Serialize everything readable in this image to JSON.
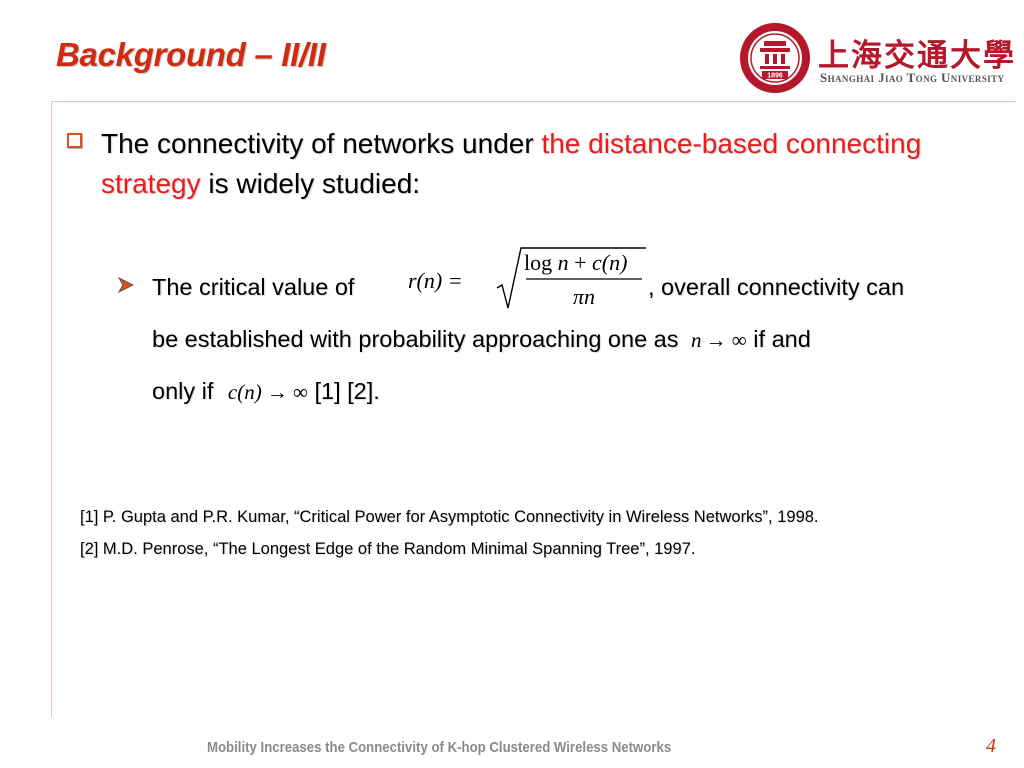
{
  "slide": {
    "title": "Background – II/II",
    "logo": {
      "chinese": "上海交通大學",
      "english": "Shanghai Jiao Tong University",
      "seal_year": "1896"
    },
    "bullet": {
      "part1": "The connectivity of networks under ",
      "highlight": "the distance-based connecting strategy",
      "part2": " is widely studied:"
    },
    "sub_bullet": {
      "lead": "The critical value of ",
      "formula_lhs": "r(n) =",
      "formula_num_log": "log",
      "formula_num_n": "n",
      "formula_num_plus": "+",
      "formula_num_cn": "c(n)",
      "formula_den": "πn",
      "after_formula": ", overall connectivity can",
      "line2": "be established with probability approaching one as ",
      "line2_math_n": "n",
      "line2_math_arrow": "→ ∞",
      "line2_end": " if and",
      "line3_start": "only if ",
      "line3_math_cn": "c(n)",
      "line3_math_arrow": "→ ∞",
      "line3_end": " [1] [2]."
    },
    "references": [
      "[1] P. Gupta and P.R. Kumar, “Critical Power for Asymptotic Connectivity in Wireless Networks”, 1998.",
      "[2] M.D. Penrose, “The Longest Edge of the Random Minimal Spanning Tree”, 1997."
    ],
    "footer": "Mobility Increases the Connectivity of K-hop Clustered Wireless Networks",
    "page_number": "4",
    "colors": {
      "title": "#d22a10",
      "highlight": "#ee1b1b",
      "accent": "#e0501e",
      "rule": "#f3c2b4",
      "logo": "#b5172b"
    }
  }
}
